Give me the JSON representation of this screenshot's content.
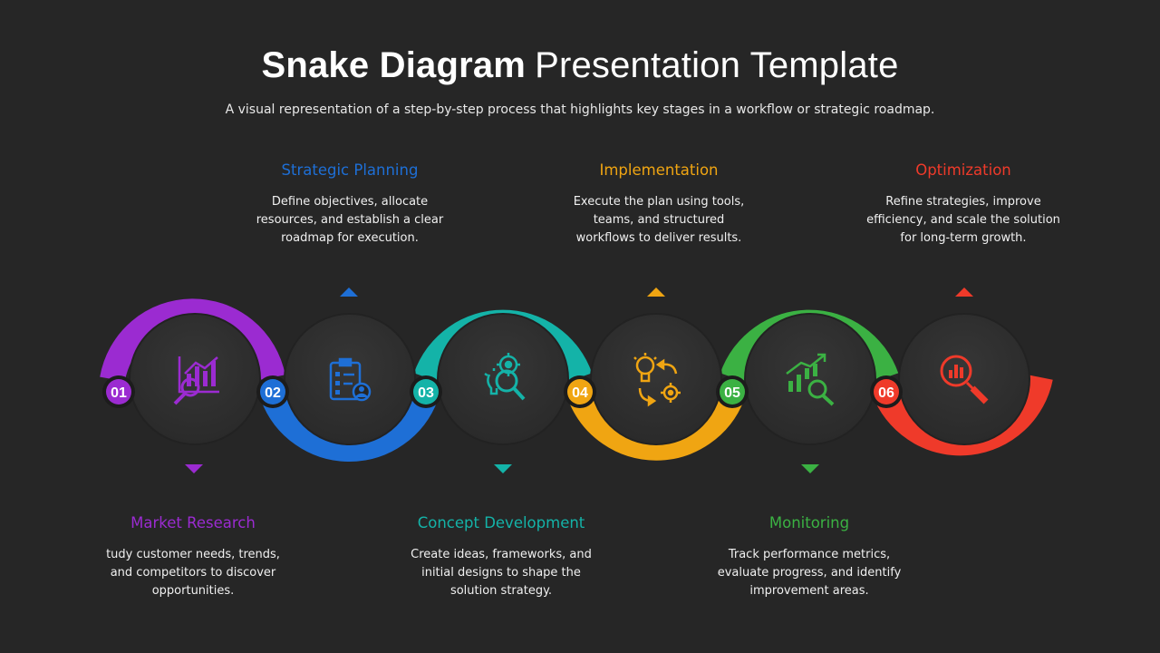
{
  "title_bold": "Snake Diagram",
  "title_light": "Presentation Template",
  "subtitle": "A visual representation of a step-by-step process that highlights key stages in a workflow or strategic roadmap.",
  "stages": [
    {
      "number": "01",
      "title": "Market Research",
      "description": [
        "tudy customer needs, trends,",
        "and competitors to discover",
        "opportunities."
      ],
      "color": "#9b2bd1",
      "icon": "chart-analysis-icon",
      "position": "bottom"
    },
    {
      "number": "02",
      "title": "Strategic Planning",
      "description": [
        "Define objectives, allocate",
        "resources, and establish a clear",
        "roadmap for execution."
      ],
      "color": "#1e6fd6",
      "icon": "clipboard-plan-icon",
      "position": "top"
    },
    {
      "number": "03",
      "title": "Concept Development",
      "description": [
        "Create ideas, frameworks, and",
        "initial designs to shape the",
        "solution strategy."
      ],
      "color": "#14b3a8",
      "icon": "idea-gear-search-icon",
      "position": "bottom"
    },
    {
      "number": "04",
      "title": "Implementation",
      "description": [
        "Execute the plan using tools,",
        "teams, and structured",
        "workflows to deliver results."
      ],
      "color": "#f0a512",
      "icon": "bulb-gear-cycle-icon",
      "position": "top"
    },
    {
      "number": "05",
      "title": "Monitoring",
      "description": [
        "Track performance metrics,",
        "evaluate progress, and identify",
        "improvement areas."
      ],
      "color": "#3bb143",
      "icon": "growth-chart-search-icon",
      "position": "bottom"
    },
    {
      "number": "06",
      "title": "Optimization",
      "description": [
        "Refine strategies, improve",
        "efficiency, and scale the solution",
        "for long-term growth."
      ],
      "color": "#ef3a2a",
      "icon": "magnifier-chart-icon",
      "position": "top"
    }
  ]
}
